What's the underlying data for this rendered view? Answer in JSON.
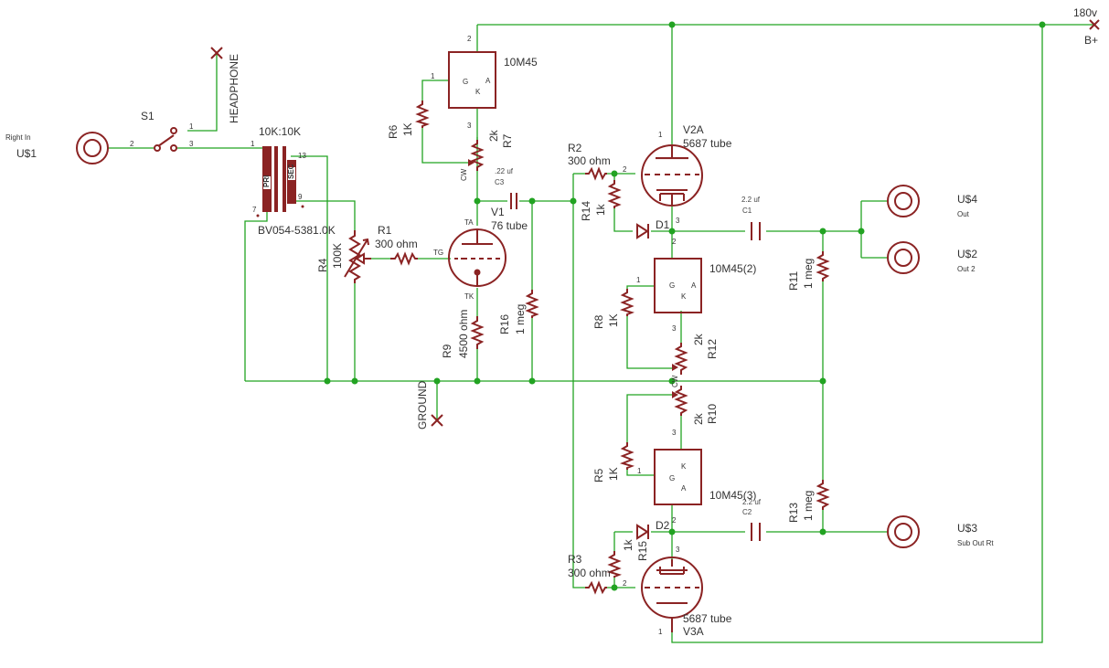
{
  "colors": {
    "wire": "#22a322",
    "part": "#8b2323",
    "text": "#333333",
    "background": "#ffffff"
  },
  "supply": {
    "voltage": "180v",
    "name": "B+"
  },
  "labels": {
    "right_in": "Right In",
    "u1": "U$1",
    "s1": "S1",
    "headphone": "HEADPHONE",
    "transformer": "10K:10K",
    "transformer_part": "BV054-5381.0K",
    "pri": "PRI",
    "sec": "SEC",
    "ground": "GROUND",
    "r1_name": "R1",
    "r1_value": "300 ohm",
    "r2_name": "R2",
    "r2_value": "300 ohm",
    "r3_name": "R3",
    "r3_value": "300 ohm",
    "r4_name": "R4",
    "r4_value": "100K",
    "r5_name": "R5",
    "r5_value": "1K",
    "r6_name": "R6",
    "r6_value": "1K",
    "r7_name": "R7",
    "r7_value": "2k",
    "r8_name": "R8",
    "r8_value": "1K",
    "r9_name": "R9",
    "r9_value": "4500 ohm",
    "r10_name": "R10",
    "r10_value": "2k",
    "r11_name": "R11",
    "r11_value": "1 meg",
    "r12_name": "R12",
    "r12_value": "2k",
    "r13_name": "R13",
    "r13_value": "1 meg",
    "r14_name": "R14",
    "r14_value": "1k",
    "r15_name": "R15",
    "r15_value": "1k",
    "r16_name": "R16",
    "r16_value": "1 meg",
    "c1_name": "C1",
    "c1_value": "2.2 uf",
    "c2_name": "C2",
    "c2_value": "2.2 uf",
    "c3_name": "C3",
    "c3_value": ".22 uf",
    "v1_name": "V1",
    "v1_value": "76 tube",
    "v2_name": "V2A",
    "v2_value": "5687 tube",
    "v3_name": "V3A",
    "v3_value": "5687 tube",
    "d1": "D1",
    "d2": "D2",
    "ic1": "10M45",
    "ic2": "10M45(2)",
    "ic3": "10M45(3)",
    "u4": "U$4",
    "u4_sub": "Out",
    "u2": "U$2",
    "u2_sub": "Out 2",
    "u3": "U$3",
    "u3_sub": "Sub Out Rt",
    "ta": "TA",
    "tg": "TG",
    "tk": "TK",
    "g": "G",
    "k": "K",
    "a": "A",
    "cw": "CW",
    "pin1": "1",
    "pin2": "2",
    "pin3": "3",
    "pin7": "7",
    "pin9": "9",
    "pin13": "13"
  }
}
